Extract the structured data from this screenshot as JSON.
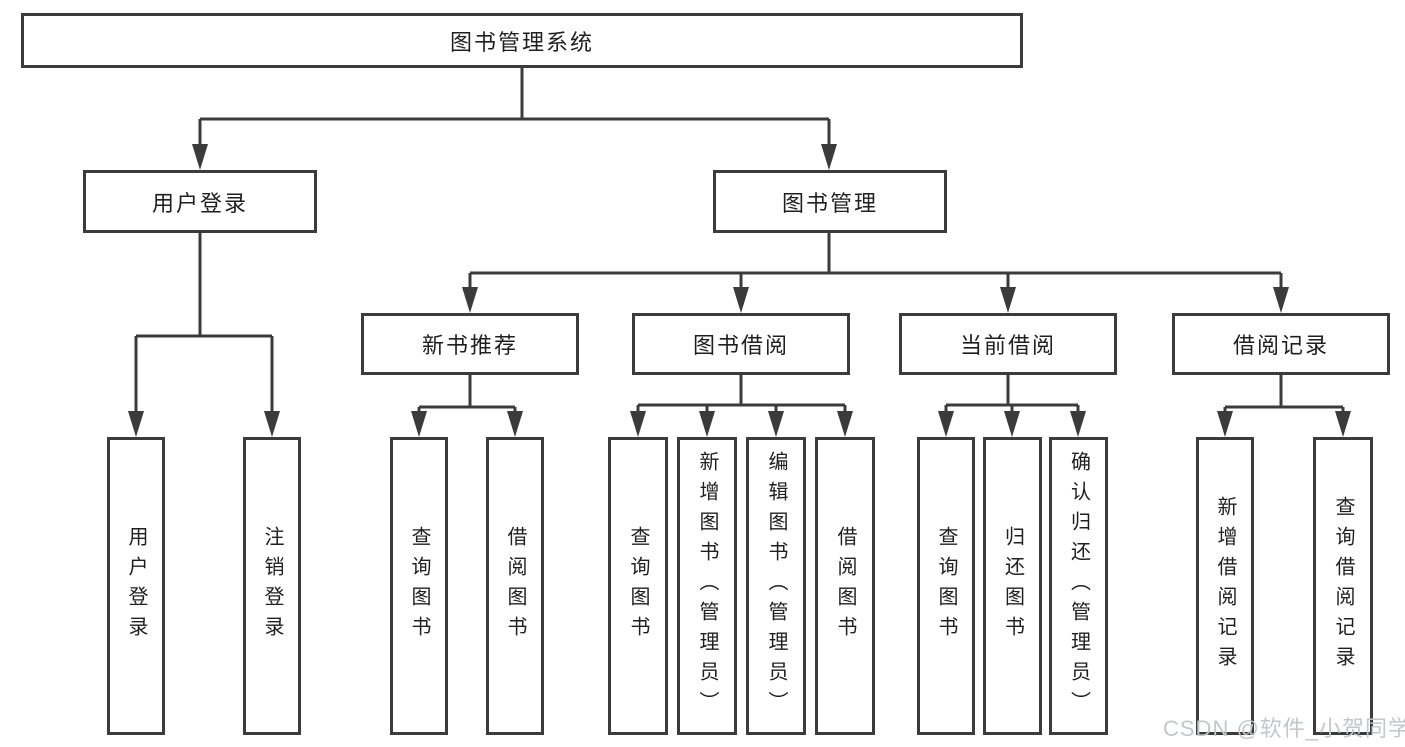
{
  "diagram": {
    "type": "hierarchy-flowchart",
    "watermark": "CSDN @软件_小贺同学",
    "colors": {
      "line": "#3b3b3b",
      "box_border": "#3b3b3b",
      "text": "#1f1f1f",
      "box_background": "#ffffff",
      "page_background": "#ffffff",
      "watermark": "#c3c6cb"
    },
    "tree": {
      "label": "图书管理系统",
      "children": [
        {
          "label": "用户登录",
          "children": [
            {
              "label": "用户登录"
            },
            {
              "label": "注销登录"
            }
          ]
        },
        {
          "label": "图书管理",
          "children": [
            {
              "label": "新书推荐",
              "children": [
                {
                  "label": "查询图书"
                },
                {
                  "label": "借阅图书"
                }
              ]
            },
            {
              "label": "图书借阅",
              "children": [
                {
                  "label": "查询图书"
                },
                {
                  "label": "新增图书（管理员）"
                },
                {
                  "label": "编辑图书（管理员）"
                },
                {
                  "label": "借阅图书"
                }
              ]
            },
            {
              "label": "当前借阅",
              "children": [
                {
                  "label": "查询图书"
                },
                {
                  "label": "归还图书"
                },
                {
                  "label": "确认归还（管理员）"
                }
              ]
            },
            {
              "label": "借阅记录",
              "children": [
                {
                  "label": "新增借阅记录"
                },
                {
                  "label": "查询借阅记录"
                }
              ]
            }
          ]
        }
      ]
    }
  }
}
